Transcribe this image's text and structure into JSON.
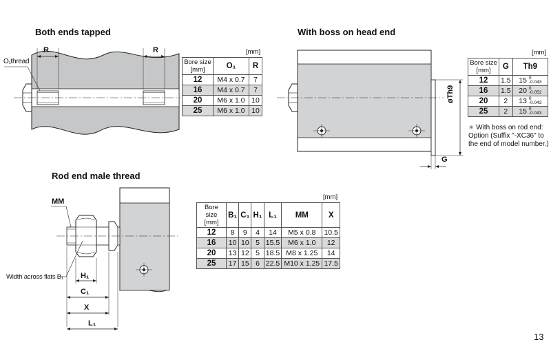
{
  "sections": {
    "both_ends_tapped": {
      "title": "Both ends tapped",
      "label_thread": "O₁thread",
      "label_r_left": "R",
      "label_r_right": "R",
      "unit": "[mm]",
      "headers": [
        "Bore size [mm]",
        "O₁",
        "R"
      ],
      "rows": [
        [
          "12",
          "M4 x 0.7",
          "7"
        ],
        [
          "16",
          "M4 x 0.7",
          "7"
        ],
        [
          "20",
          "M6 x 1.0",
          "10"
        ],
        [
          "25",
          "M6 x 1.0",
          "10"
        ]
      ]
    },
    "boss_head_end": {
      "title": "With boss on head end",
      "label_th9": "øTh9",
      "label_g": "G",
      "unit": "[mm]",
      "headers": [
        "Bore size [mm]",
        "G",
        "Th9"
      ],
      "rows": [
        [
          "12",
          "1.5",
          "15",
          "0",
          "-0.043"
        ],
        [
          "16",
          "1.5",
          "20",
          "0",
          "-0.052"
        ],
        [
          "20",
          "2",
          "13",
          "0",
          "-0.043"
        ],
        [
          "25",
          "2",
          "15",
          "0",
          "-0.043"
        ]
      ],
      "note_mark": "∗",
      "note": "With boss on rod end: Option (Suffix \"-XC36\" to the end of model number.)"
    },
    "rod_end_male_thread": {
      "title": "Rod end male thread",
      "label_mm": "MM",
      "label_width": "Width across flats B₁",
      "label_h1": "H₁",
      "label_c1": "C₁",
      "label_x": "X",
      "label_l1": "L₁",
      "unit": "[mm]",
      "headers": [
        "Bore size [mm]",
        "B₁",
        "C₁",
        "H₁",
        "L₁",
        "MM",
        "X"
      ],
      "rows": [
        [
          "12",
          "8",
          "9",
          "4",
          "14",
          "M5 x 0.8",
          "10.5"
        ],
        [
          "16",
          "10",
          "10",
          "5",
          "15.5",
          "M6 x 1.0",
          "12"
        ],
        [
          "20",
          "13",
          "12",
          "5",
          "18.5",
          "M8 x 1.25",
          "14"
        ],
        [
          "25",
          "17",
          "15",
          "6",
          "22.5",
          "M10 x 1.25",
          "17.5"
        ]
      ]
    }
  },
  "page_number": "13"
}
